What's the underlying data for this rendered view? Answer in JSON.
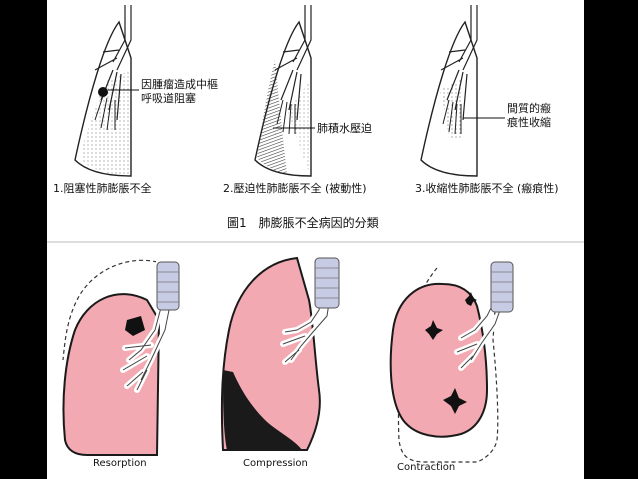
{
  "top_figure": {
    "panels": [
      {
        "caption": "1.阻塞性肺膨脹不全",
        "annotation_lines": [
          "因腫瘤造成中樞",
          "呼吸道阻塞"
        ]
      },
      {
        "caption": "2.壓迫性肺膨脹不全 (被動性)",
        "annotation_lines": [
          "肺積水壓迫"
        ]
      },
      {
        "caption": "3.收縮性肺膨脹不全 (瘢痕性)",
        "annotation_lines": [
          "間質的瘢",
          "痕性收縮"
        ]
      }
    ],
    "figure_title": "圖1　肺膨脹不全病因的分類"
  },
  "bottom_figure": {
    "labels": [
      "Resorption",
      "Compression",
      "Contraction"
    ],
    "colors": {
      "lung_fill": "#f2a9b1",
      "lung_outline": "#1a1a1a",
      "trachea": "#c8cbe4",
      "fluid": "#1a1a1a"
    }
  }
}
